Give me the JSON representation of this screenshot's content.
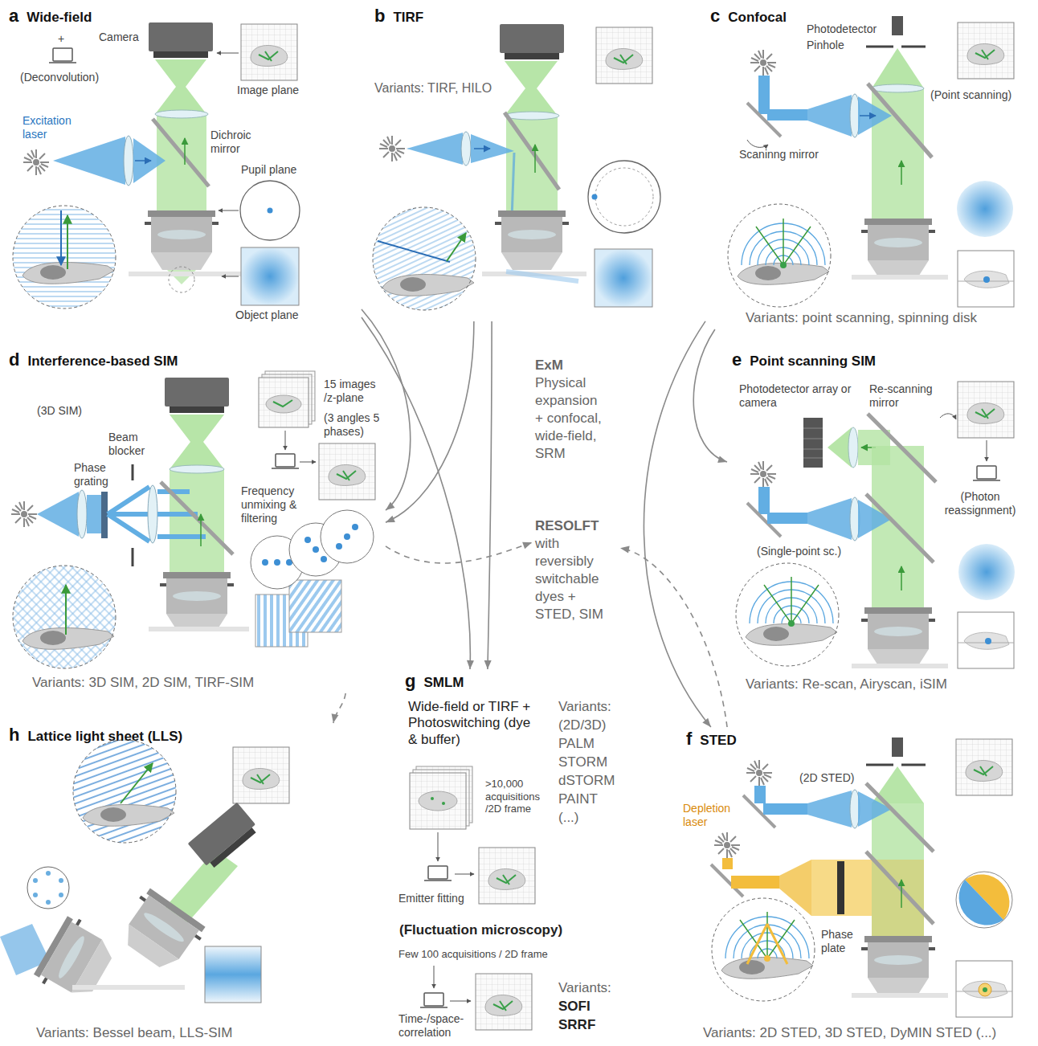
{
  "diagram": {
    "nodes": [
      {
        "text": [
          "a",
          "Wide-field"
        ]
      },
      {
        "text": [
          "b",
          "TIRF"
        ]
      },
      {
        "text": [
          "c",
          "Confocal"
        ]
      },
      {
        "text": [
          "d",
          "Interference-based SIM"
        ]
      },
      {
        "text": [
          "ExM",
          "Physical expansion + confocal, wide-field, SRM"
        ]
      },
      {
        "text": [
          "RESOLFT",
          "with reversibly switchable dyes + STED, SIM"
        ]
      },
      {
        "text": [
          "e",
          "Point scanning SIM"
        ]
      },
      {
        "text": [
          "g",
          "SMLM"
        ]
      },
      {
        "text": [
          "h",
          "Lattice light sheet (LLS)"
        ]
      },
      {
        "text": [
          "f",
          "STED"
        ]
      }
    ],
    "edges": [
      {
        "from": 0,
        "to": 3,
        "arrow": "to"
      },
      {
        "from": 0,
        "to": 7,
        "arrow": "to"
      },
      {
        "from": 1,
        "to": 3,
        "arrow": "to"
      },
      {
        "from": 1,
        "to": 7,
        "arrow": "to"
      },
      {
        "from": 2,
        "to": 6,
        "arrow": "to"
      },
      {
        "from": 2,
        "to": 9,
        "arrow": "to"
      },
      {
        "from": 3,
        "to": 5,
        "arrow": "to"
      },
      {
        "from": 9,
        "to": 5,
        "arrow": "to"
      },
      {
        "from": 3,
        "to": 8,
        "arrow": "to"
      }
    ],
    "labels": [
      "+",
      "Camera",
      "(Deconvolution)",
      "Image plane",
      "Excitation laser",
      "Dichroic mirror",
      "Pupil plane",
      "Object plane",
      "Variants: TIRF, HILO",
      "Photodetector",
      "Pinhole",
      "(Point scanning)",
      "Scaninng mirror",
      "Variants: point scanning, spinning disk",
      "(3D SIM)",
      "Beam blocker",
      "Phase grating",
      "15 images /z-plane",
      "(3 angles 5 phases)",
      "Frequency unmixing & filtering",
      "Variants: 3D SIM, 2D SIM, TIRF-SIM",
      "Photodetector array or camera",
      "Re-scanning mirror",
      "(Photon reassignment)",
      "(Single-point sc.)",
      "Variants: Re-scan, Airyscan, iSIM",
      "Wide-field or TIRF + Photoswitching (dye & buffer)",
      "Variants:",
      "(2D/3D)",
      "PALM",
      "STORM",
      "dSTORM",
      "PAINT",
      "(...)",
      ">10,000 acquisitions /2D frame",
      "Emitter fitting",
      "(Fluctuation microscopy)",
      "Few 100 acquisitions / 2D frame",
      "Time-/space-correlation",
      "Variants:",
      "SOFI",
      "SRRF",
      "Variants: Bessel beam, LLS-SIM",
      "(2D STED)",
      "Depletion laser",
      "Phase plate",
      "Variants: 2D STED, 3D STED, DyMIN STED (...)"
    ]
  }
}
